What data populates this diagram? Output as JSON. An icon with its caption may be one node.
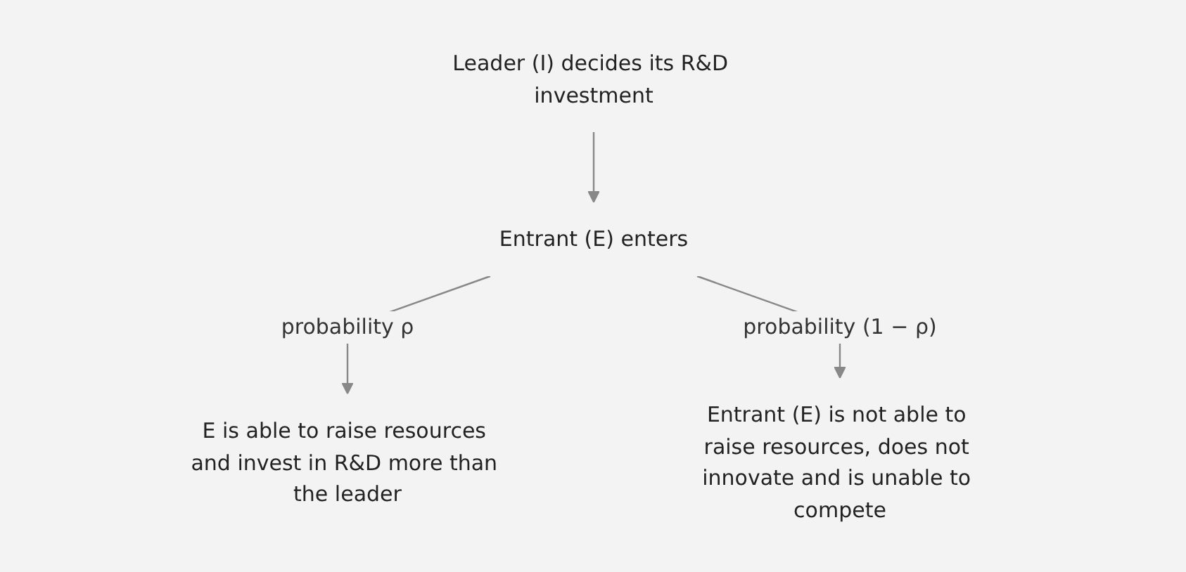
{
  "diagram": {
    "nodes": [
      {
        "text": [
          "Leader (I) decides its R&D investment"
        ]
      },
      {
        "text": [
          "Entrant (E) enters"
        ]
      },
      {
        "text": [
          "E is able to raise resources and invest in R&D more than the leader"
        ]
      },
      {
        "text": [
          "Entrant (E) is not able to raise resources, does not innovate and is unable to compete"
        ]
      }
    ],
    "edges": [
      {
        "from": 0,
        "to": 1,
        "arrow": "to"
      },
      {
        "from": 1,
        "to": 2,
        "arrow": "to",
        "label": "probability ρ"
      },
      {
        "from": 1,
        "to": 3,
        "arrow": "to",
        "label": "probability (1 − ρ)"
      }
    ]
  }
}
